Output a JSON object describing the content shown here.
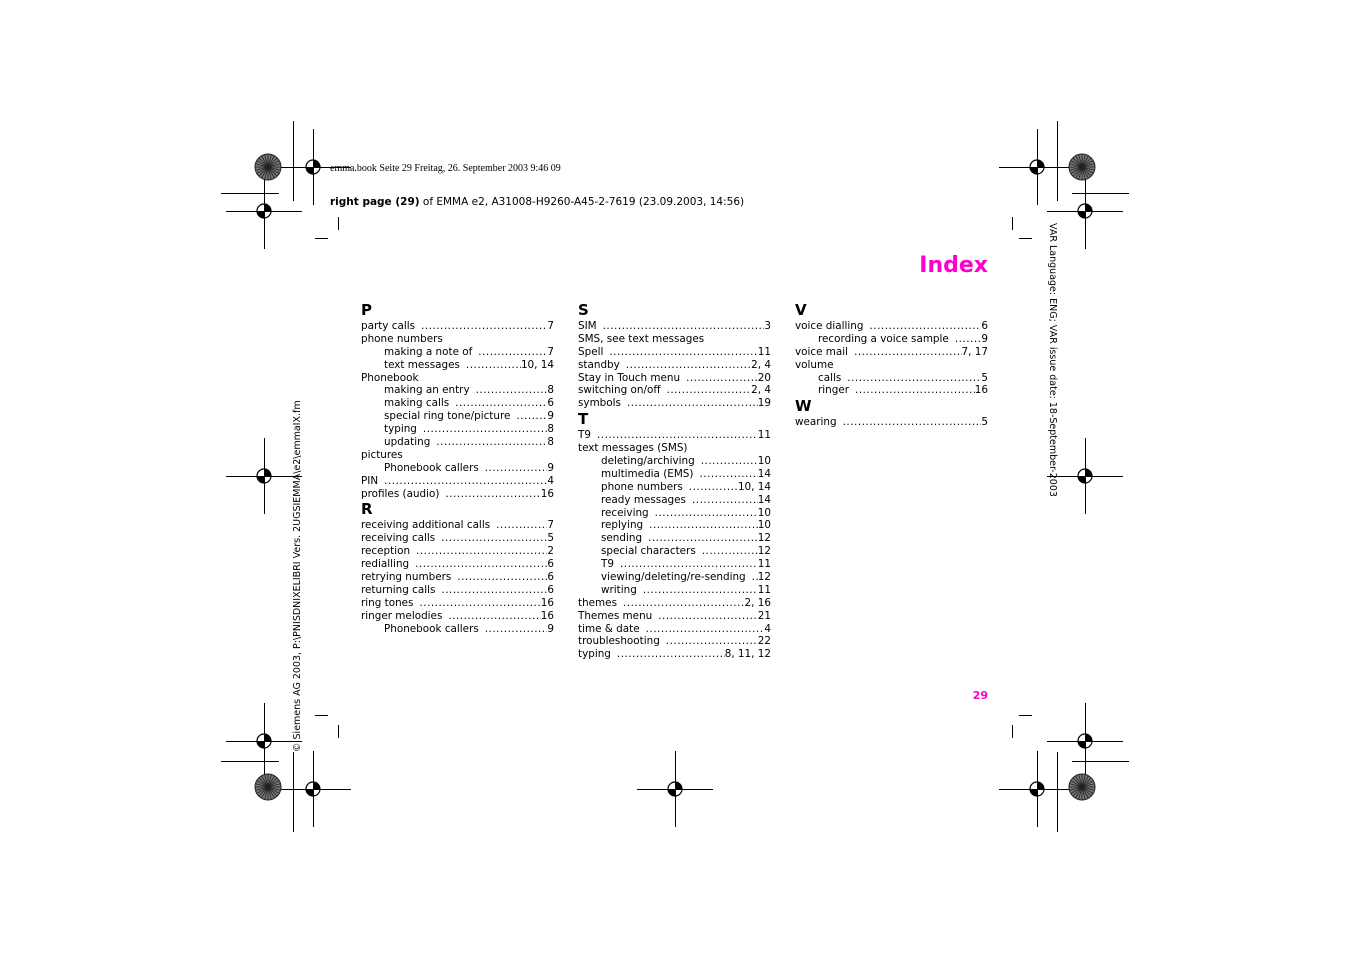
{
  "header": {
    "file_line": "emma.book  Seite 29  Freitag, 26. September 2003  9:46 09",
    "page_label_bold": "right page (29)",
    "page_label_rest": " of EMMA e2, A31008-H9260-A45-2-7619 (23.09.2003, 14:56)"
  },
  "title": "Index",
  "page_number": "29",
  "side_right": "VAR Language: ENG; VAR issue date: 18-September-2003",
  "side_left": "© Siemens AG 2003, P:\\PNISDNIXELIBRI Vers. 2UGSIEMMA\\e2\\emmaIX.fm",
  "dot_leader": "........................................................................................................",
  "columns": [
    {
      "sections": [
        {
          "letter": "P",
          "entries": [
            {
              "term": "party calls",
              "pages": "7",
              "level": 0
            },
            {
              "term": "phone numbers",
              "pages": "",
              "level": 0
            },
            {
              "term": "making a note of",
              "pages": "7",
              "level": 1
            },
            {
              "term": "text messages",
              "pages": "10, 14",
              "level": 1
            },
            {
              "term": "Phonebook",
              "pages": "",
              "level": 0
            },
            {
              "term": "making an entry",
              "pages": "8",
              "level": 1
            },
            {
              "term": "making calls",
              "pages": "6",
              "level": 1
            },
            {
              "term": "special ring tone/picture",
              "pages": "9",
              "level": 1
            },
            {
              "term": "typing",
              "pages": "8",
              "level": 1
            },
            {
              "term": "updating",
              "pages": "8",
              "level": 1
            },
            {
              "term": "pictures",
              "pages": "",
              "level": 0
            },
            {
              "term": "Phonebook callers",
              "pages": "9",
              "level": 1
            },
            {
              "term": "PIN",
              "pages": "4",
              "level": 0
            },
            {
              "term": "profiles (audio)",
              "pages": "16",
              "level": 0
            }
          ]
        },
        {
          "letter": "R",
          "entries": [
            {
              "term": "receiving additional calls",
              "pages": "7",
              "level": 0
            },
            {
              "term": "receiving calls",
              "pages": "5",
              "level": 0
            },
            {
              "term": "reception",
              "pages": "2",
              "level": 0
            },
            {
              "term": "redialling",
              "pages": "6",
              "level": 0
            },
            {
              "term": "retrying numbers",
              "pages": "6",
              "level": 0
            },
            {
              "term": "returning calls",
              "pages": "6",
              "level": 0
            },
            {
              "term": "ring tones",
              "pages": "16",
              "level": 0
            },
            {
              "term": "ringer melodies",
              "pages": "16",
              "level": 0
            },
            {
              "term": "Phonebook callers",
              "pages": "9",
              "level": 1
            }
          ]
        }
      ]
    },
    {
      "sections": [
        {
          "letter": "S",
          "entries": [
            {
              "term": "SIM",
              "pages": "3",
              "level": 0
            },
            {
              "term": "SMS, see text messages",
              "pages": "",
              "level": 0
            },
            {
              "term": "Spell",
              "pages": "11",
              "level": 0
            },
            {
              "term": "standby",
              "pages": "2, 4",
              "level": 0
            },
            {
              "term": "Stay in Touch menu",
              "pages": "20",
              "level": 0
            },
            {
              "term": "switching on/off",
              "pages": "2, 4",
              "level": 0
            },
            {
              "term": "symbols",
              "pages": "19",
              "level": 0
            }
          ]
        },
        {
          "letter": "T",
          "entries": [
            {
              "term": "T9",
              "pages": "11",
              "level": 0
            },
            {
              "term": "text messages (SMS)",
              "pages": "",
              "level": 0
            },
            {
              "term": "deleting/archiving",
              "pages": "10",
              "level": 1
            },
            {
              "term": "multimedia (EMS)",
              "pages": "14",
              "level": 1
            },
            {
              "term": "phone numbers",
              "pages": "10, 14",
              "level": 1
            },
            {
              "term": "ready messages",
              "pages": "14",
              "level": 1
            },
            {
              "term": "receiving",
              "pages": "10",
              "level": 1
            },
            {
              "term": "replying",
              "pages": "10",
              "level": 1
            },
            {
              "term": "sending",
              "pages": "12",
              "level": 1
            },
            {
              "term": "special characters",
              "pages": "12",
              "level": 1
            },
            {
              "term": "T9",
              "pages": "11",
              "level": 1
            },
            {
              "term": "viewing/deleting/re-sending",
              "pages": "12",
              "level": 1
            },
            {
              "term": "writing",
              "pages": "11",
              "level": 1
            },
            {
              "term": "themes",
              "pages": "2, 16",
              "level": 0
            },
            {
              "term": "Themes menu",
              "pages": "21",
              "level": 0
            },
            {
              "term": "time & date",
              "pages": "4",
              "level": 0
            },
            {
              "term": "troubleshooting",
              "pages": "22",
              "level": 0
            },
            {
              "term": "typing",
              "pages": "8, 11, 12",
              "level": 0
            }
          ]
        }
      ]
    },
    {
      "sections": [
        {
          "letter": "V",
          "entries": [
            {
              "term": "voice dialling",
              "pages": "6",
              "level": 0
            },
            {
              "term": "recording a voice sample",
              "pages": "9",
              "level": 1
            },
            {
              "term": "voice mail",
              "pages": "7, 17",
              "level": 0
            },
            {
              "term": "volume",
              "pages": "",
              "level": 0
            },
            {
              "term": "calls",
              "pages": "5",
              "level": 1
            },
            {
              "term": "ringer",
              "pages": "16",
              "level": 1
            }
          ]
        },
        {
          "letter": "W",
          "entries": [
            {
              "term": "wearing",
              "pages": "5",
              "level": 0
            }
          ]
        }
      ]
    }
  ]
}
